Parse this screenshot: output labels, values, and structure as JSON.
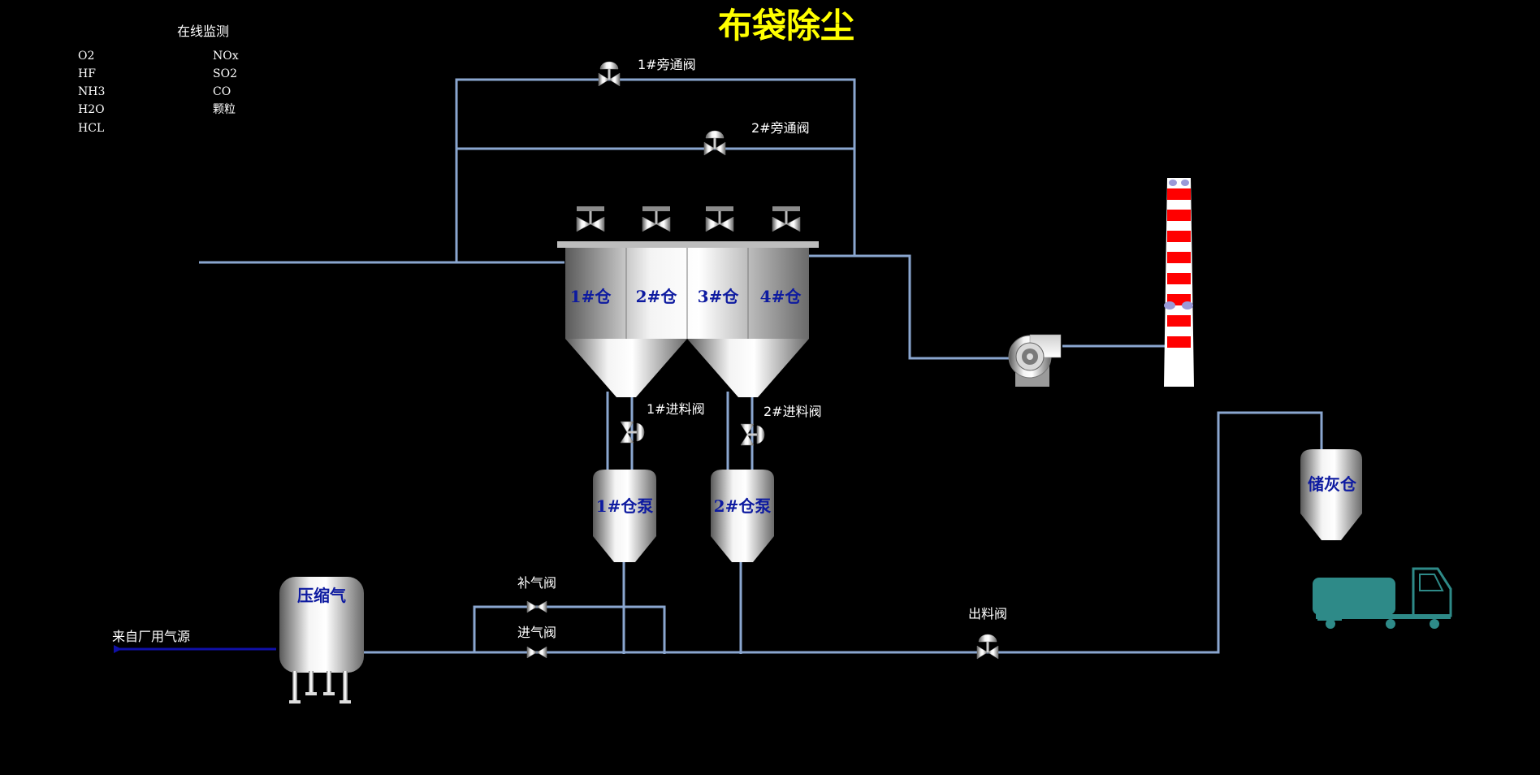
{
  "title": "布袋除尘",
  "monitor": {
    "heading": "在线监测",
    "left": [
      "O2",
      "HF",
      "NH3",
      "H2O",
      "HCL"
    ],
    "right": [
      "NOx",
      "SO2",
      "CO",
      "颗粒"
    ]
  },
  "bins": [
    "1#仓",
    "2#仓",
    "3#仓",
    "4#仓"
  ],
  "valves": {
    "bypass1": "1#旁通阀",
    "bypass2": "2#旁通阀",
    "feed1": "1#进料阀",
    "feed2": "2#进料阀",
    "supply": "补气阀",
    "intake": "进气阀",
    "discharge": "出料阀"
  },
  "pumps": [
    "1#仓泵",
    "2#仓泵"
  ],
  "compressor": "压缩气",
  "source": "来自厂用气源",
  "storage": "储灰仓",
  "colors": {
    "pipe": "#8aa6cf",
    "title": "#ffff00",
    "tank_label": "#0d1aa0",
    "truck": "#2e8a88"
  }
}
